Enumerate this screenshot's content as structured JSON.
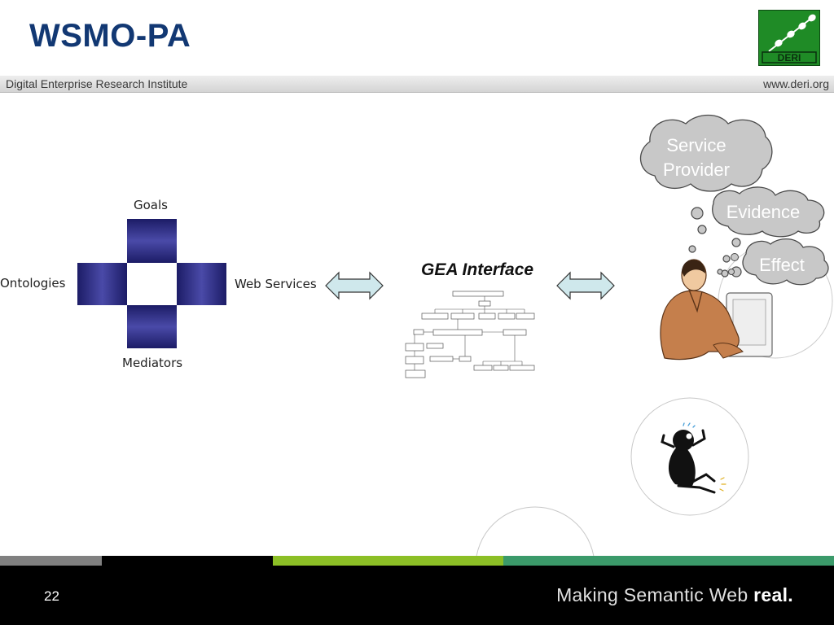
{
  "header": {
    "title": "WSMO-PA",
    "organization": "Digital Enterprise Research Institute",
    "url": "www.deri.org",
    "logo_text": "DERI"
  },
  "diagram": {
    "wsmo_elements": {
      "top": "Goals",
      "left": "Ontologies",
      "right": "Web Services",
      "bottom": "Mediators"
    },
    "interface_label": "GEA Interface",
    "thought_clouds": [
      {
        "line1": "Service",
        "line2": "Provider"
      },
      {
        "line1": "Evidence"
      },
      {
        "line1": "Effect"
      }
    ]
  },
  "footer": {
    "page_number": "22",
    "tagline_regular": "Making Semantic Web",
    "tagline_bold": "real."
  },
  "colors": {
    "title": "#123873",
    "logo_green": "#1f8b26",
    "cross_blue": "#25256e",
    "arrow_fill": "#cfe8ec",
    "cloud_gray": "#c8c8c8",
    "footer_gray": "#808080",
    "footer_green": "#8cbf26",
    "footer_teal": "#3b9a6a"
  }
}
